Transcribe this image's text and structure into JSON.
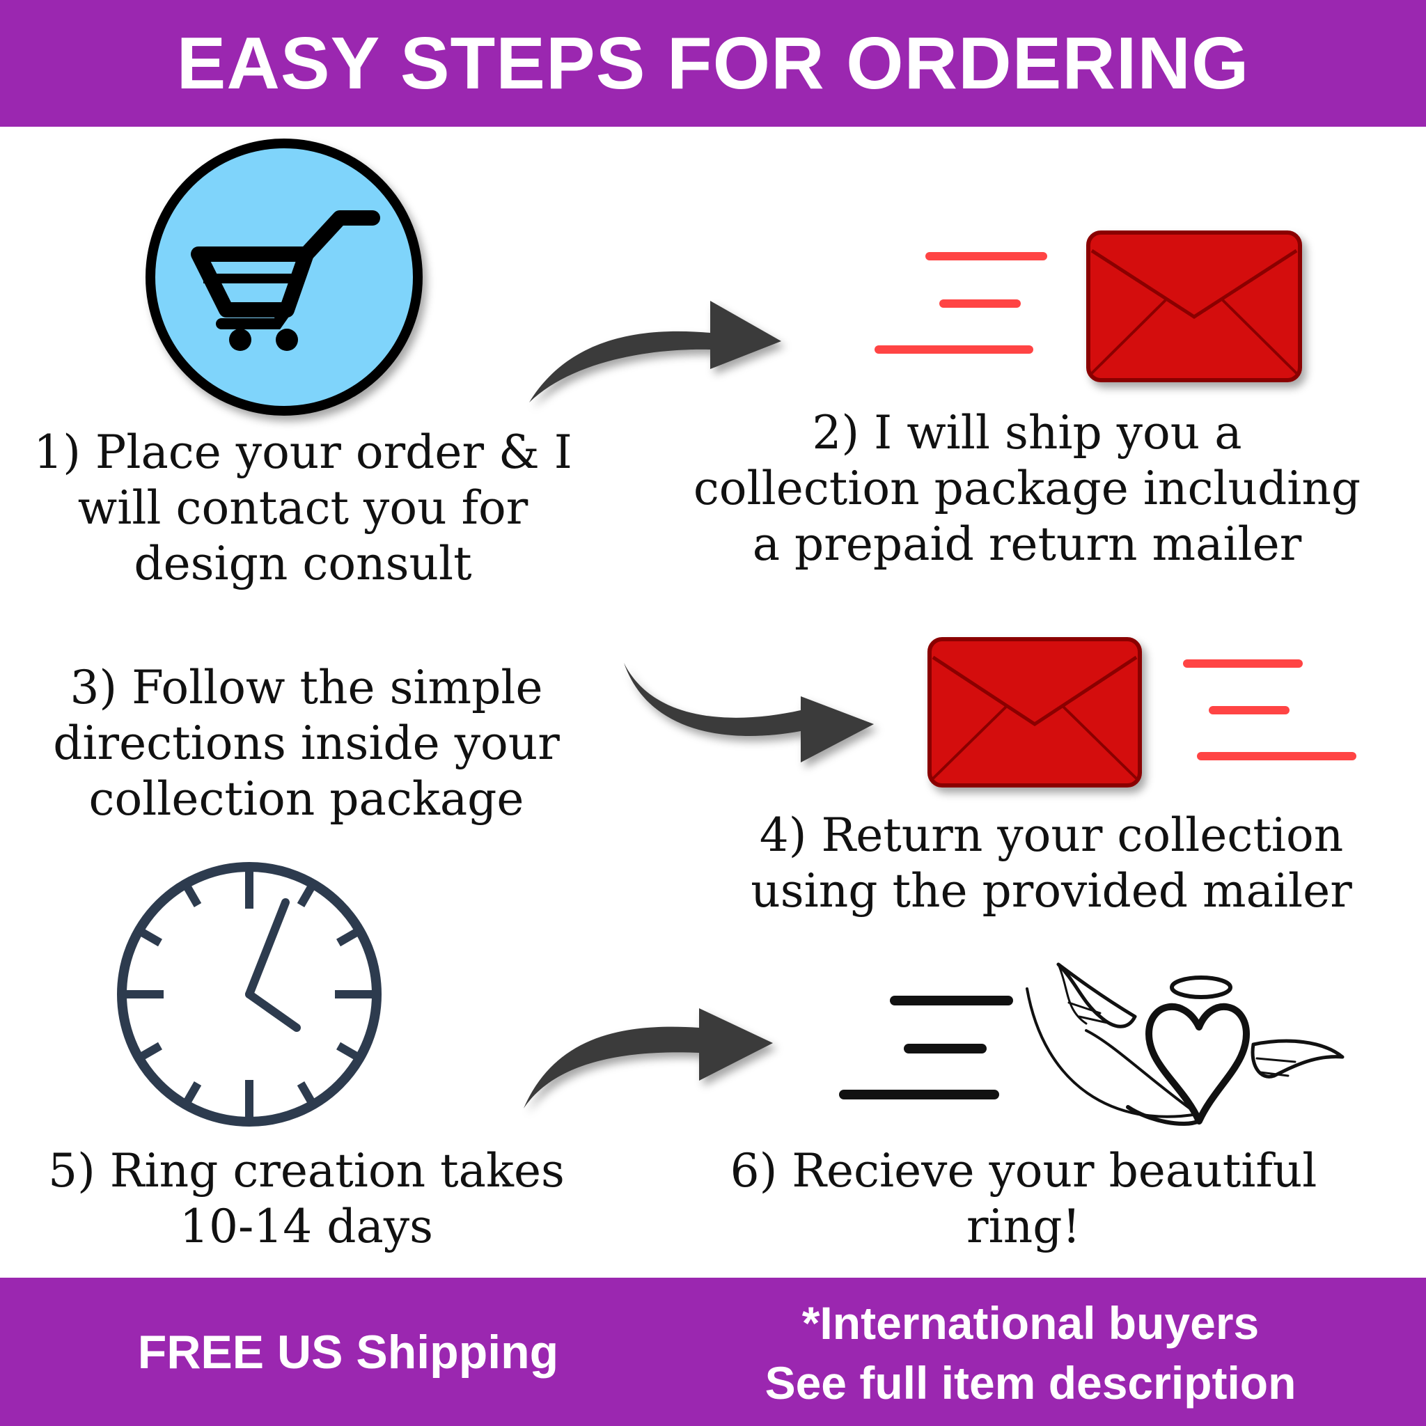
{
  "header": {
    "title": "EASY STEPS FOR ORDERING"
  },
  "steps": [
    {
      "lines": [
        "1) Place your order & I",
        "will contact you for",
        "design consult"
      ],
      "icon": "shopping-cart-icon"
    },
    {
      "lines": [
        "2) I will ship you a",
        "collection package including",
        "a prepaid return mailer"
      ],
      "icon": "envelope-icon"
    },
    {
      "lines": [
        "3) Follow the simple",
        "directions inside your",
        "collection package"
      ],
      "icon": ""
    },
    {
      "lines": [
        "4) Return your collection",
        "using the provided mailer"
      ],
      "icon": "envelope-icon"
    },
    {
      "lines": [
        "5) Ring creation takes",
        "10-14 days"
      ],
      "icon": "clock-icon"
    },
    {
      "lines": [
        "6) Recieve your beautiful",
        "ring!"
      ],
      "icon": "angel-heart-icon"
    }
  ],
  "footer": {
    "left": "FREE US Shipping",
    "right_line1": "*International buyers",
    "right_line2": "See full item description"
  },
  "colors": {
    "banner": "#9b27b0",
    "cart_circle": "#7fd4fb",
    "envelope": "#d40a0a",
    "speed_lines": "#ff4444",
    "clock": "#2d3b4e",
    "arrow": "#3a3a3a"
  }
}
